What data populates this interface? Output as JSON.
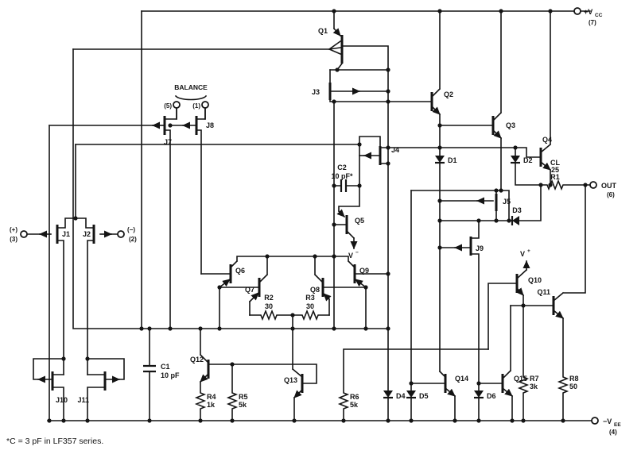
{
  "terminals": {
    "vcc": {
      "main": "+V",
      "sub": "CC",
      "pin": "(7)"
    },
    "out": {
      "main": "OUT",
      "pin": "(6)"
    },
    "vee": {
      "main": "−V",
      "sub": "EE",
      "pin": "(4)"
    },
    "in_plus": {
      "main": "(+)",
      "pin": "(3)"
    },
    "in_minus": {
      "main": "(−)",
      "pin": "(2)"
    },
    "balance": {
      "title": "BALANCE",
      "left_pin": "(5)",
      "right_pin": "(1)"
    }
  },
  "rails": {
    "v_plus": {
      "main": "V",
      "sup": "+"
    },
    "v_minus": {
      "main": "V",
      "sup": "−"
    }
  },
  "transistors": {
    "q1": "Q1",
    "q2": "Q2",
    "q3": "Q3",
    "q4": "Q4",
    "q5": "Q5",
    "q6": "Q6",
    "q7": "Q7",
    "q8": "Q8",
    "q9": "Q9",
    "q10": "Q10",
    "q11": "Q11",
    "q12": "Q12",
    "q13": "Q13",
    "q14": "Q14",
    "q15": "Q15"
  },
  "jfets": {
    "j1": "J1",
    "j2": "J2",
    "j3": "J3",
    "j4": "J4",
    "j5": "J5",
    "j7": "J7",
    "j8": "J8",
    "j9": "J9",
    "j10": "J10",
    "j11": "J11"
  },
  "diodes": {
    "d1": "D1",
    "d2": "D2",
    "d3": "D3",
    "d4": "D4",
    "d5": "D5",
    "d6": "D6"
  },
  "resistors": {
    "r1": {
      "l1": "CL",
      "l2": "25",
      "l3": "R1"
    },
    "r2": {
      "name": "R2",
      "value": "30"
    },
    "r3": {
      "name": "R3",
      "value": "30"
    },
    "r4": {
      "name": "R4",
      "value": "1k"
    },
    "r5": {
      "name": "R5",
      "value": "5k"
    },
    "r6": {
      "name": "R6",
      "value": "5k"
    },
    "r7": {
      "name": "R7",
      "value": "3k"
    },
    "r8": {
      "name": "R8",
      "value": "50"
    }
  },
  "capacitors": {
    "c1": {
      "name": "C1",
      "value": "10 pF"
    },
    "c2": {
      "name": "C2",
      "value": "10 pF*"
    }
  },
  "footnote": "*C = 3 pF in LF357 series."
}
